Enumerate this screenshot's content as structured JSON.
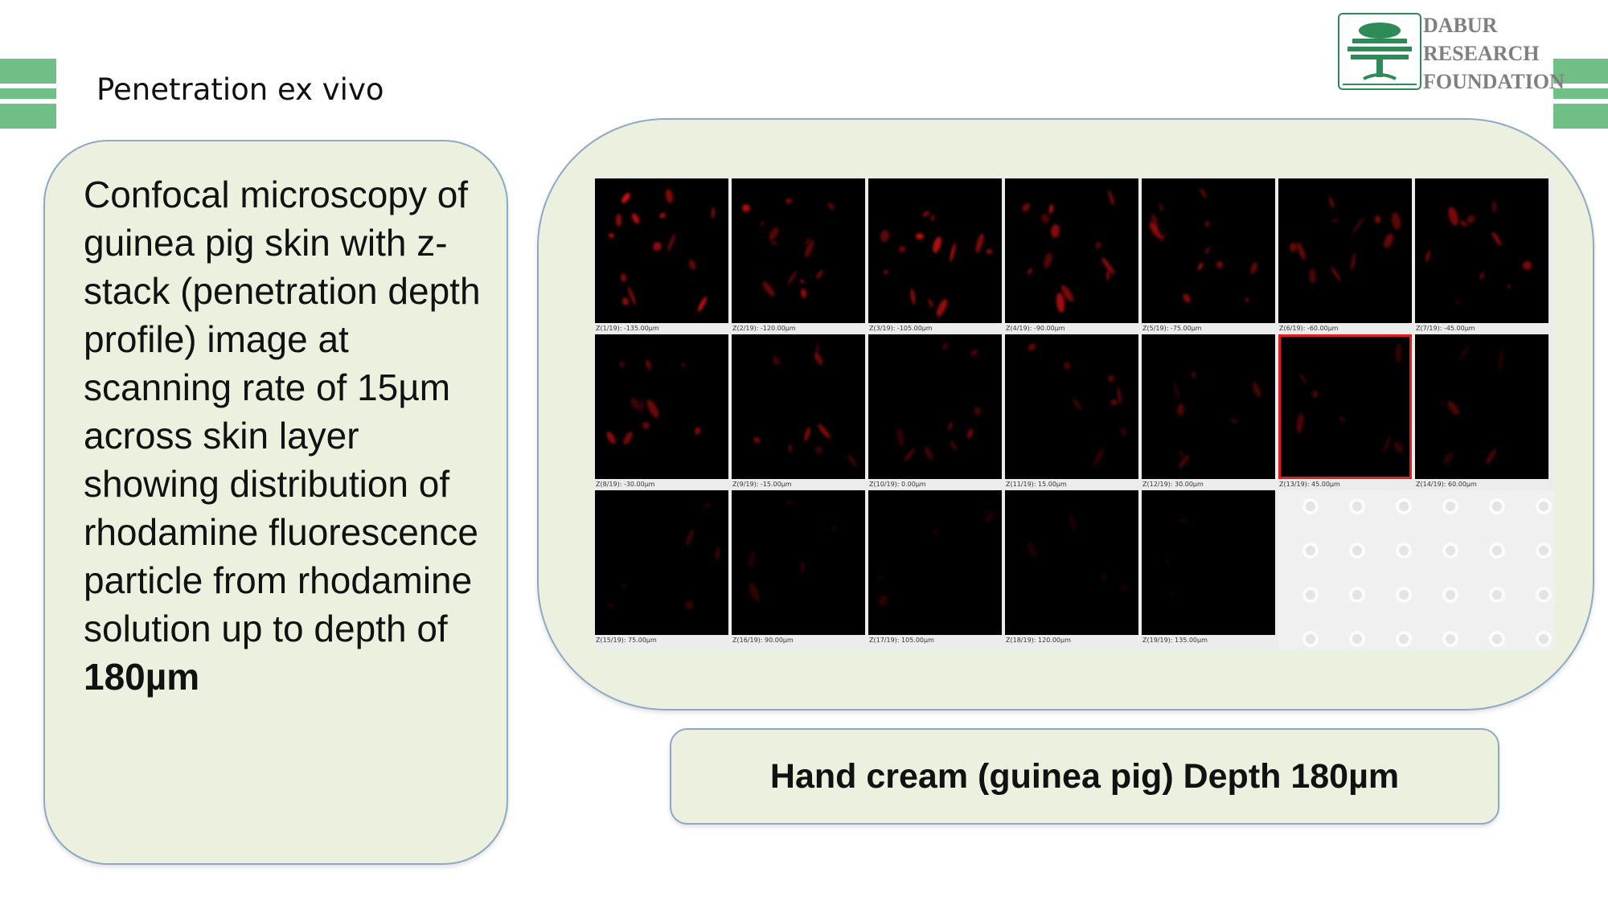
{
  "title": "Penetration ex vivo",
  "logo": {
    "line1": "DABUR",
    "line2": "RESEARCH",
    "line3": "FOUNDATION",
    "brand_color": "#2e8b57"
  },
  "description": {
    "text": "Confocal microscopy of guinea pig skin with z-stack (penetration depth profile) image at scanning rate of 15µm across skin layer showing distribution of rhodamine fluorescence particle from rhodamine solution up to depth of",
    "bold": "180µm"
  },
  "caption": "Hand cream (guinea pig) Depth 180µm",
  "zstack": {
    "selected_index": 12,
    "frames": [
      {
        "label": "Z(1/19): -135.00µm"
      },
      {
        "label": "Z(2/19): -120.00µm"
      },
      {
        "label": "Z(3/19): -105.00µm"
      },
      {
        "label": "Z(4/19): -90.00µm"
      },
      {
        "label": "Z(5/19): -75.00µm"
      },
      {
        "label": "Z(6/19): -60.00µm"
      },
      {
        "label": "Z(7/19): -45.00µm"
      },
      {
        "label": "Z(8/19): -30.00µm"
      },
      {
        "label": "Z(9/19): -15.00µm"
      },
      {
        "label": "Z(10/19): 0.00µm"
      },
      {
        "label": "Z(11/19): 15.00µm"
      },
      {
        "label": "Z(12/19): 30.00µm"
      },
      {
        "label": "Z(13/19): 45.00µm"
      },
      {
        "label": "Z(14/19): 60.00µm"
      },
      {
        "label": "Z(15/19): 75.00µm"
      },
      {
        "label": "Z(16/19): 90.00µm"
      },
      {
        "label": "Z(17/19): 105.00µm"
      },
      {
        "label": "Z(18/19): 120.00µm"
      },
      {
        "label": "Z(19/19): 135.00µm"
      }
    ]
  },
  "colors": {
    "accent_green": "#6fbf87",
    "panel_fill": "#ebf1de",
    "panel_border": "#8ea9c6",
    "fluorescence": "#e01414",
    "selection": "#e11d1d"
  }
}
